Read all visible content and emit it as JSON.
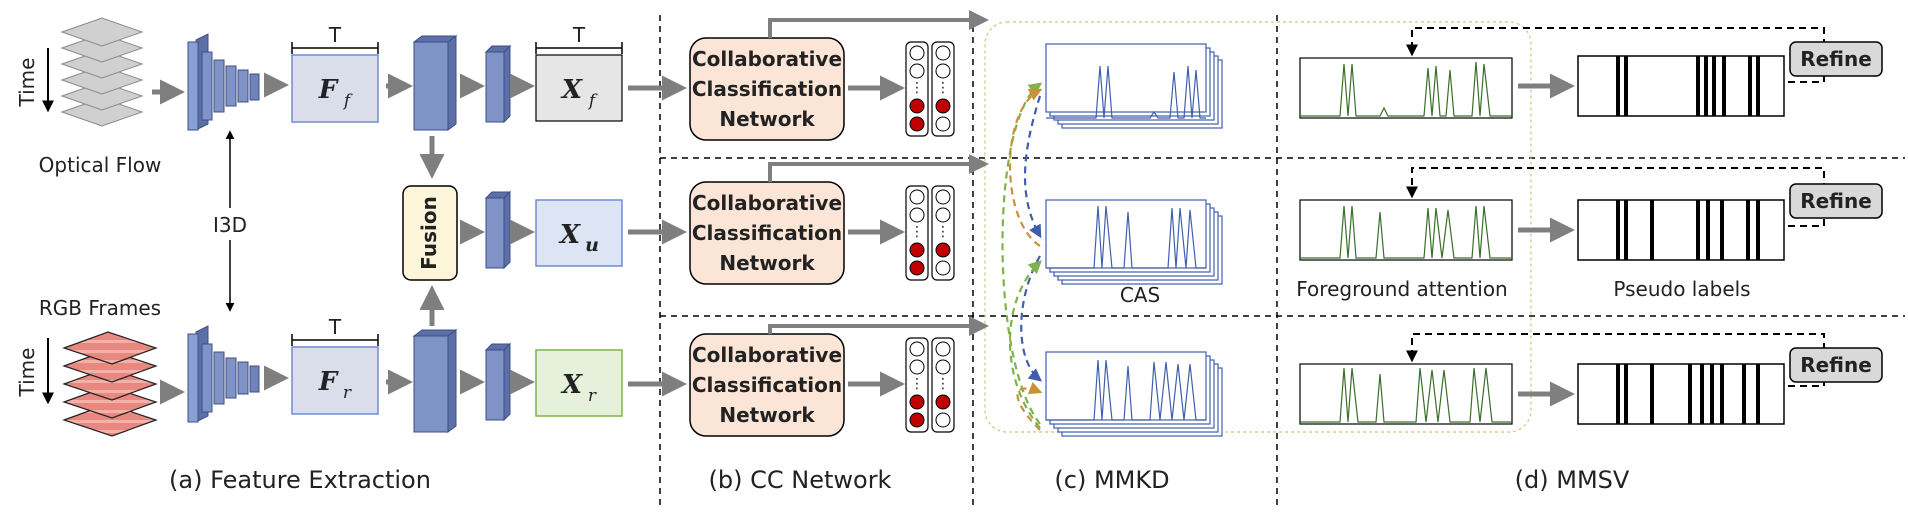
{
  "feature_extraction": {
    "time_label": "Time",
    "optical_flow_label": "Optical Flow",
    "i3d_label": "I3D",
    "rgb_label": "RGB Frames",
    "t_label": "T",
    "f_flow": {
      "base": "F",
      "sub": "f"
    },
    "f_rgb": {
      "base": "F",
      "sub": "r"
    },
    "x_flow": {
      "base": "X",
      "sub": "f"
    },
    "x_fused": {
      "base": "X",
      "sub": "u"
    },
    "x_rgb": {
      "base": "X",
      "sub": "r"
    },
    "fusion_label": "Fusion",
    "section_label": "(a) Feature Extraction"
  },
  "cc_network": {
    "box_lines": [
      "Collaborative",
      "Classification",
      "Network"
    ],
    "ellipsis": "⋮",
    "section_label": "(b) CC Network"
  },
  "mmkd": {
    "cas_label": "CAS",
    "section_label": "(c) MMKD"
  },
  "mmsv": {
    "foreground_label": "Foreground attention",
    "pseudo_label": "Pseudo labels",
    "refine_label": "Refine",
    "section_label": "(d) MMSV"
  },
  "colors": {
    "feature_block": "#7f93c6",
    "f_box_fill": "#d9deea",
    "f_box_stroke": "#6f8bd6",
    "x_u_fill": "#dde4f4",
    "x_r_fill": "#e6f1dc",
    "x_f_fill": "#e6e6e6",
    "cc_fill": "#fbe5d6",
    "fusion_fill": "#fdf6da",
    "cas_blue": "#3f5fae",
    "attention_green": "#3a6e2a",
    "dot_red": "#c00000",
    "refine_fill": "#d9d9d9",
    "arrow_gray": "#7f7f7f",
    "dash_green": "#7fb24a",
    "dash_orange": "#c9933a",
    "dash_blue": "#3f5fae"
  }
}
